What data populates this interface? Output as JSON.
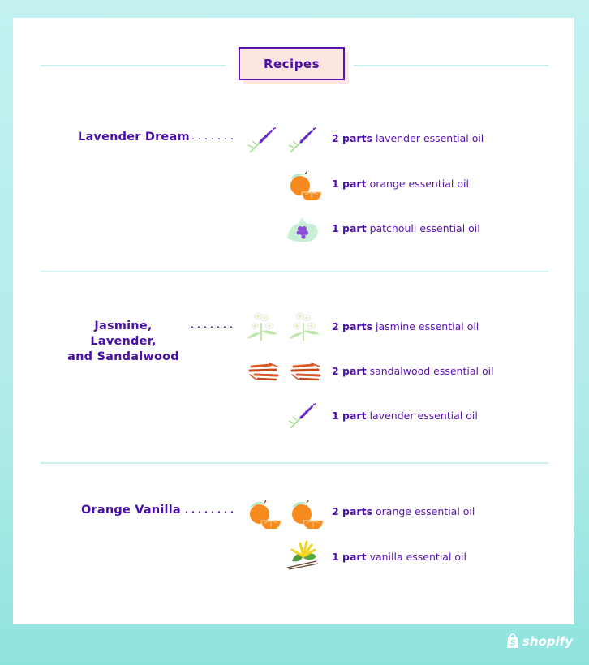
{
  "header": {
    "title": "Recipes"
  },
  "recipes": [
    {
      "name": "Lavender Dream",
      "ingredients": [
        {
          "qty": "2 parts",
          "text": "lavender essential oil",
          "icon": "lavender-icon"
        },
        {
          "qty": "1 part",
          "text": "orange essential oil",
          "icon": "orange-icon"
        },
        {
          "qty": "1 part",
          "text": "patchouli essential oil",
          "icon": "patchouli-icon"
        }
      ]
    },
    {
      "name_line1": "Jasmine, Lavender,",
      "name_line2": "and Sandalwood",
      "ingredients": [
        {
          "qty": "2 parts",
          "text": "jasmine essential oil",
          "icon": "jasmine-icon"
        },
        {
          "qty": "2 part",
          "text": "sandalwood essential oil",
          "icon": "sandalwood-icon"
        },
        {
          "qty": "1 part",
          "text": "lavender essential oil",
          "icon": "lavender-icon"
        }
      ]
    },
    {
      "name": "Orange Vanilla",
      "ingredients": [
        {
          "qty": "2 parts",
          "text": "orange essential oil",
          "icon": "orange-icon"
        },
        {
          "qty": "1 part",
          "text": "vanilla essential oil",
          "icon": "vanilla-icon"
        }
      ]
    }
  ],
  "footer": {
    "brand": "shopify"
  },
  "colors": {
    "background": "#b2ece9",
    "accent_purple": "#4a0fa6",
    "title_fill": "#fde6e2",
    "divider": "#c9f2ef"
  }
}
